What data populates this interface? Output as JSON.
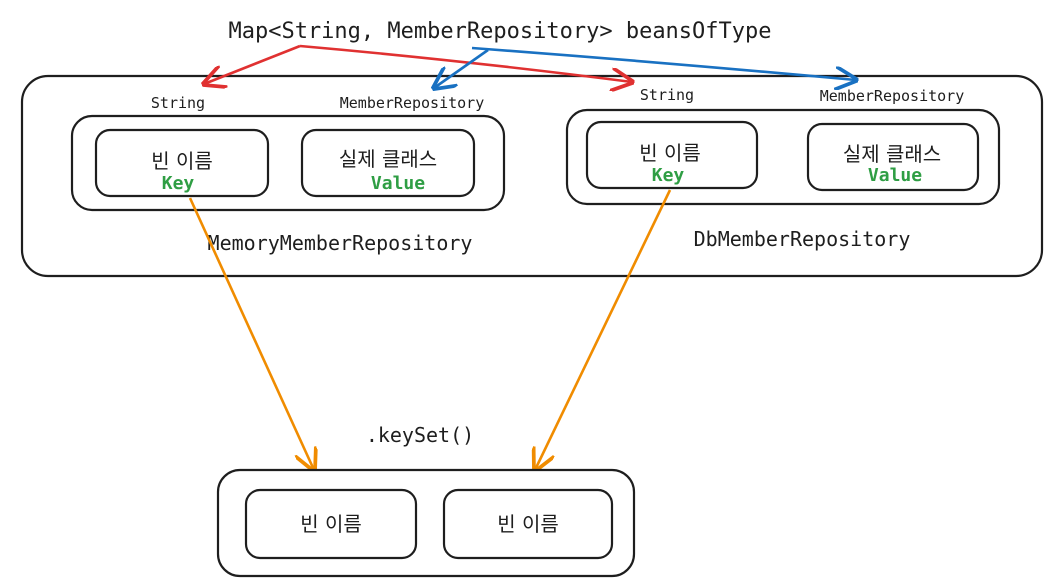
{
  "title": "Map<String, MemberRepository> beansOfType",
  "memory": {
    "key_type_label": "String",
    "value_type_label": "MemberRepository",
    "bean_name_label": "빈 이름",
    "key_label": "Key",
    "class_label": "실제 클래스",
    "value_label": "Value",
    "caption": "MemoryMemberRepository"
  },
  "db": {
    "key_type_label": "String",
    "value_type_label": "MemberRepository",
    "bean_name_label": "빈 이름",
    "key_label": "Key",
    "class_label": "실제 클래스",
    "value_label": "Value",
    "caption": "DbMemberRepository"
  },
  "keyset": {
    "label": ".keySet()",
    "items": [
      "빈 이름",
      "빈 이름"
    ]
  },
  "colors": {
    "key_arrow": "#e03131",
    "value_arrow": "#1971c2",
    "keyset_arrow": "#f08c00",
    "label_green": "#2f9e44"
  }
}
